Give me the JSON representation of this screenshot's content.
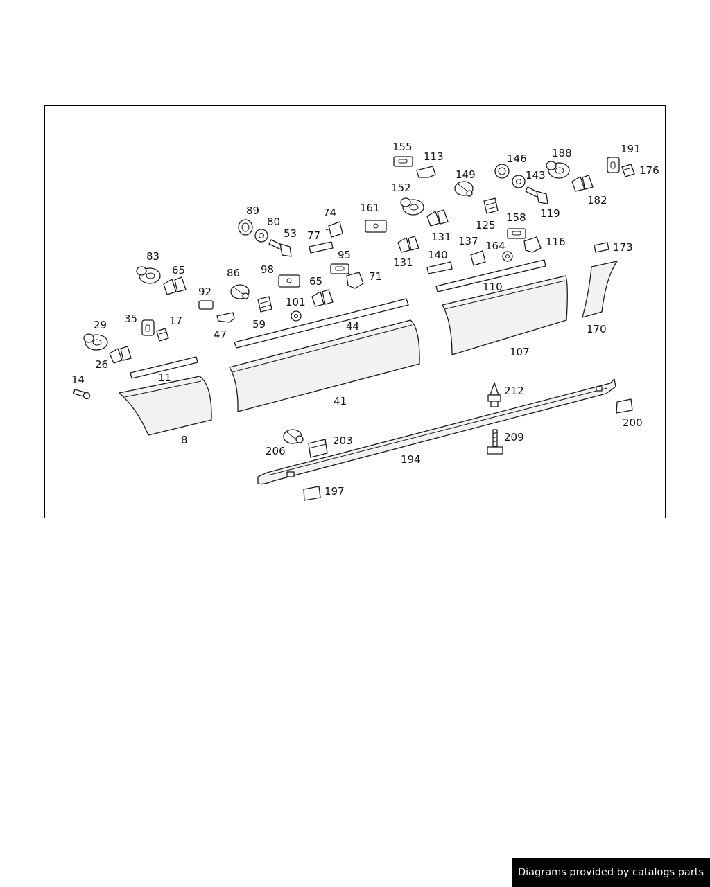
{
  "diagram": {
    "callouts": [
      "155",
      "113",
      "146",
      "188",
      "191",
      "176",
      "149",
      "143",
      "152",
      "119",
      "182",
      "161",
      "74",
      "89",
      "80",
      "125",
      "53",
      "77",
      "131",
      "158",
      "116",
      "137",
      "164",
      "173",
      "140",
      "83",
      "65",
      "95",
      "86",
      "98",
      "71",
      "92",
      "65",
      "101",
      "44",
      "110",
      "170",
      "35",
      "17",
      "29",
      "59",
      "47",
      "26",
      "107",
      "11",
      "14",
      "41",
      "212",
      "8",
      "200",
      "209",
      "206",
      "203",
      "194",
      "197",
      "131"
    ]
  },
  "footer": {
    "text": "Diagrams provided by catalogs parts"
  }
}
